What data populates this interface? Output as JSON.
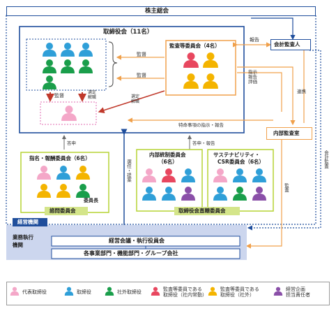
{
  "shareholders": "株主総会",
  "board": {
    "title": "取締役会（11名）",
    "supervise1": "監督",
    "supervise2": "監督",
    "supervise3": "監督",
    "select_dismiss1": "選定\n解職",
    "select_dismiss2": "選定\n解職"
  },
  "audit_committee": {
    "title": "監査等委員会（4名）"
  },
  "accounting_auditor": "会計監査人",
  "edges": {
    "report": "報告",
    "instruct": "指示\n報告\n評価",
    "coop": "連携",
    "special_matters": "特命事項の指示・報告",
    "consult": "答申",
    "consult_report": "答申・報告",
    "accounting_audit": "会計監査",
    "audit": "監査",
    "elect": "選任・提案"
  },
  "internal_audit": "内部監査室",
  "nomination": {
    "title": "指名・報酬委員会（6名）",
    "chair": "委員長",
    "advisory": "諮問委員会"
  },
  "internal_control": {
    "title_l1": "内部統制委員会",
    "title_l2": "（6名）"
  },
  "sustainability": {
    "title_l1": "サステナビリティ・",
    "title_l2": "CSR委員会（6名）"
  },
  "direct_committee": "取締役会直轄委員会",
  "execution": {
    "label": "経営機関",
    "org_l1": "業務執行",
    "org_l2": "機関",
    "meeting": "経営会議・執行役員会",
    "divisions": "各事業部門・機能部門・グループ会社"
  },
  "legend": [
    {
      "label_l1": "代表取締役",
      "label_l2": "",
      "color": "#f4a7c8"
    },
    {
      "label_l1": "取締役",
      "label_l2": "",
      "color": "#2f9fd8"
    },
    {
      "label_l1": "社外取締役",
      "label_l2": "",
      "color": "#1a9e4b"
    },
    {
      "label_l1": "監査等委員である",
      "label_l2": "取締役（社内常勤）",
      "color": "#e8475f"
    },
    {
      "label_l1": "監査等委員である",
      "label_l2": "取締役（社外）",
      "color": "#f4b400"
    },
    {
      "label_l1": "経営企画",
      "label_l2": "担当責任者",
      "color": "#8a4fa8"
    }
  ],
  "colors": {
    "pink": "#f4a7c8",
    "blue": "#2f9fd8",
    "green": "#1a9e4b",
    "red": "#e8475f",
    "yellow": "#f4b400",
    "purple": "#8a4fa8",
    "navy": "#1f4e9c",
    "orange": "#f0a04b",
    "lime": "#b5d334"
  }
}
